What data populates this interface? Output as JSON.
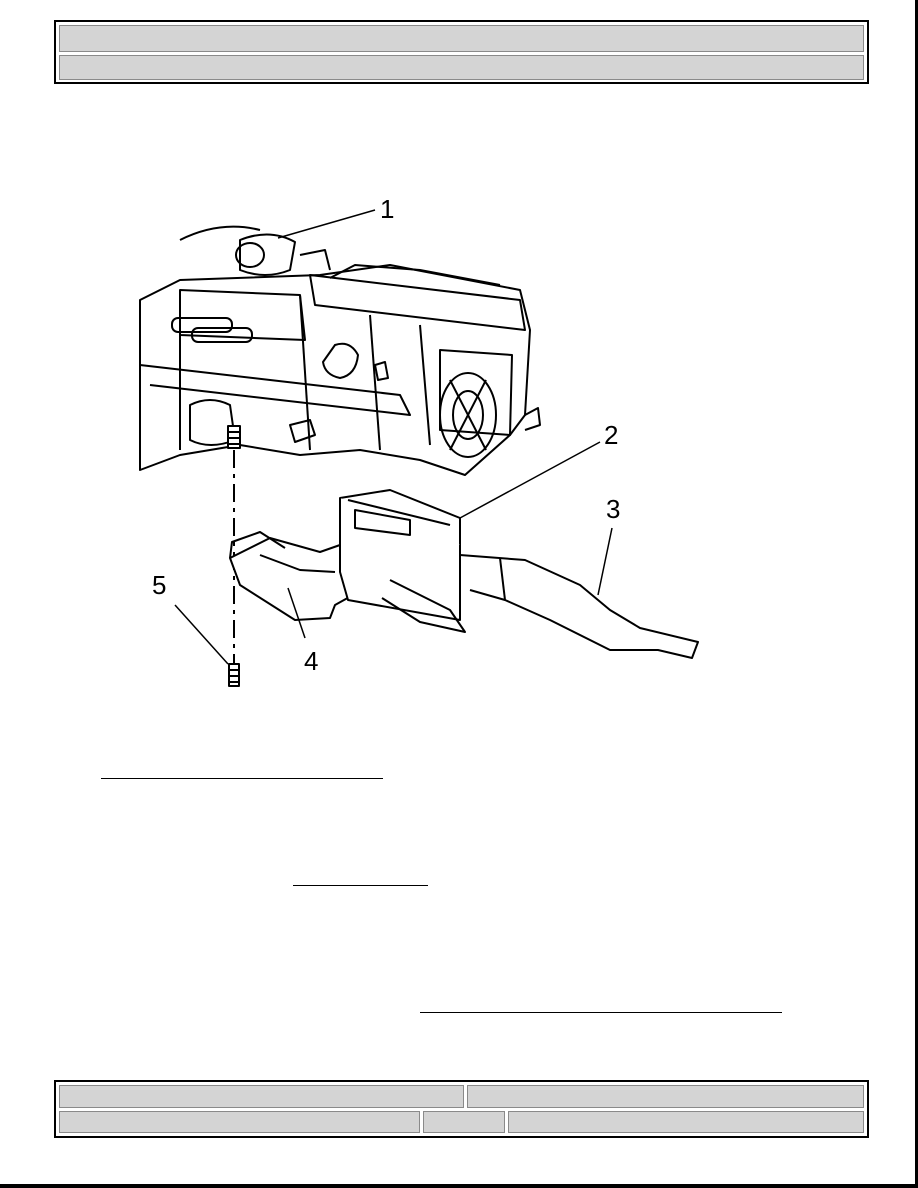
{
  "diagram": {
    "callouts": [
      "1",
      "2",
      "3",
      "4",
      "5"
    ]
  }
}
